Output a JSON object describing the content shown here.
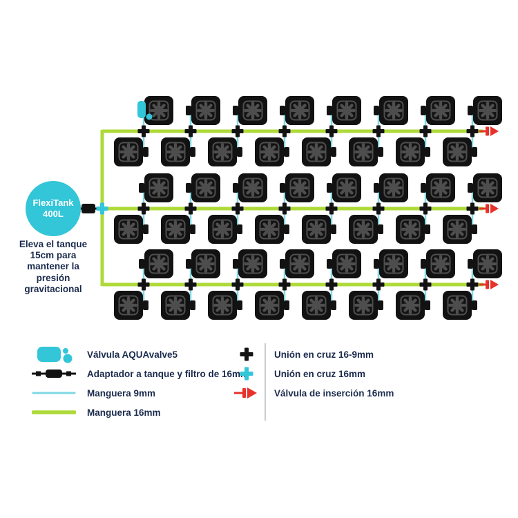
{
  "tank": {
    "name": "FlexiTank",
    "capacity": "400L"
  },
  "note_lines": [
    "Eleva el tanque",
    "15cm para",
    "mantener la",
    "presión",
    "gravitacional"
  ],
  "legend": {
    "left": [
      {
        "icon": "aquavalve-icon",
        "label": "Válvula AQUAvalve5"
      },
      {
        "icon": "tank-adapter-icon",
        "label": "Adaptador a tanque y filtro de 16mm"
      },
      {
        "icon": "hose-9mm-icon",
        "label": "Manguera 9mm"
      },
      {
        "icon": "hose-16mm-icon",
        "label": "Manguera 16mm"
      }
    ],
    "right": [
      {
        "icon": "cross-union-16-9mm-icon",
        "label": "Unión en cruz 16-9mm"
      },
      {
        "icon": "cross-union-16mm-icon",
        "label": "Unión en cruz 16mm"
      },
      {
        "icon": "insertion-valve-icon",
        "label": "Válvula de inserción 16mm"
      }
    ]
  },
  "diagram": {
    "grid": {
      "rows": 6,
      "cols": 8,
      "pot_count": 48,
      "main_lines": 3
    },
    "colors": {
      "cyan": "#33c5d8",
      "hose_cyan": "#7ed7e4",
      "green": "#aeda39",
      "red": "#e6322b",
      "navy": "#1b2b4d",
      "pot": "#121212",
      "pot_detail": "#4e4e4e"
    }
  }
}
